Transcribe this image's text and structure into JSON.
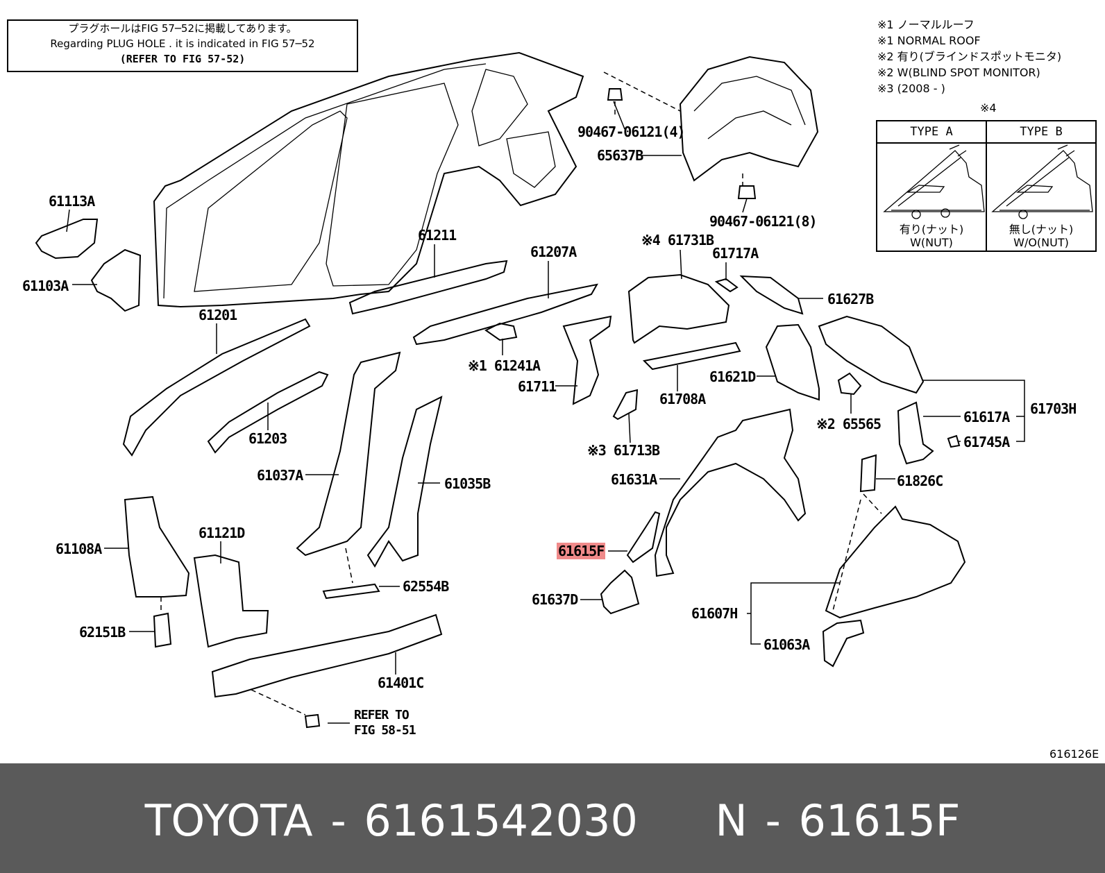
{
  "plug_hole_note": {
    "line1": "プラグホールはFIG 57─52に掲載してあります。",
    "line2": "Regarding  PLUG  HOLE . it is indicated in FIG  57─52",
    "line3": "(REFER  TO  FIG  57-52)"
  },
  "notes": [
    "※1 ノーマルルーフ",
    "※1 NORMAL ROOF",
    "※2 有り(ブラインドスポットモニタ)",
    "※2 W(BLIND SPOT MONITOR)",
    "※3 (2008 -        )"
  ],
  "note4_label": "※4",
  "type_table": {
    "type_a": {
      "head": "TYPE  A",
      "foot_jp": "有り(ナット)",
      "foot_en": "W(NUT)"
    },
    "type_b": {
      "head": "TYPE  B",
      "foot_jp": "無し(ナット)",
      "foot_en": "W/O(NUT)"
    }
  },
  "labels": {
    "p90467_4": "90467-06121(4)",
    "p65637B": "65637B",
    "p90467_8": "90467-06121(8)",
    "p61113A": "61113A",
    "p61103A": "61103A",
    "p61211": "61211",
    "p61207A": "61207A",
    "p61731B": "※4 61731B",
    "p61717A": "61717A",
    "p61627B": "61627B",
    "p61201": "61201",
    "p61241A": "※1 61241A",
    "p61711": "61711",
    "p61708A": "61708A",
    "p61621D": "61621D",
    "p61703H": "61703H",
    "p61203": "61203",
    "p61617A": "61617A",
    "p65565": "※2 65565",
    "p61713B": "※3 61713B",
    "p61745A": "61745A",
    "p61037A": "61037A",
    "p61035B": "61035B",
    "p61631A": "61631A",
    "p61826C": "61826C",
    "p61108A": "61108A",
    "p61121D": "61121D",
    "p61615F": "61615F",
    "p62554B": "62554B",
    "p61637D": "61637D",
    "p61607H": "61607H",
    "p62151B": "62151B",
    "p61063A": "61063A",
    "p61401C": "61401C",
    "refer_fig_line1": "REFER  TO",
    "refer_fig_line2": "FIG  58-51"
  },
  "figure_code": "616126E",
  "highlight_color": "#f08a8a",
  "footer": {
    "brand": "TOYOTA",
    "sep1": "-",
    "part_number": "6161542030",
    "prefix": "N",
    "sep2": "-",
    "part_code": "61615F"
  }
}
